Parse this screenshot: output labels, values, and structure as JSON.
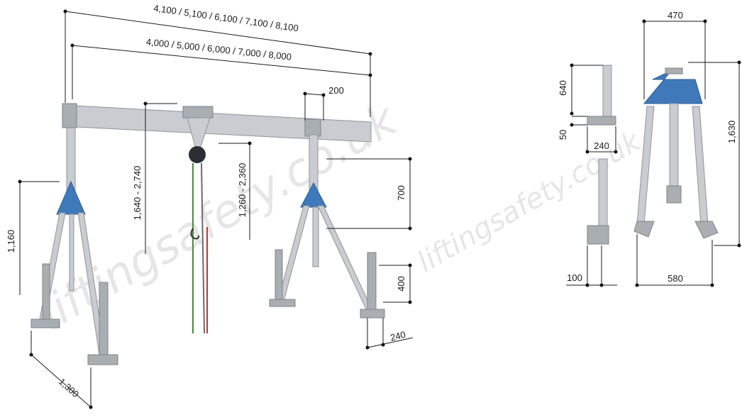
{
  "watermark": "liftingsafety.co.uk",
  "gantry": {
    "overall_length": "4,100 / 5,100 / 6,100 / 7,100 / 8,100",
    "span_length": "4,000 / 5,000 / 6,000 / 7,000 / 8,000",
    "leg_top_offset": "200",
    "hook_height_range": "1,640 - 2,740",
    "clear_height_range": "1,260 - 2,360",
    "leg_adjust": "700",
    "foot_height": "400",
    "foot_width": "240",
    "base_height": "1,160",
    "base_depth": "1,300"
  },
  "side_view": {
    "top_width": "470",
    "height": "1,630",
    "base_width": "580"
  },
  "details": {
    "post_length": "640",
    "plate_thickness": "50",
    "plate_width": "240",
    "foot_size": "100"
  }
}
